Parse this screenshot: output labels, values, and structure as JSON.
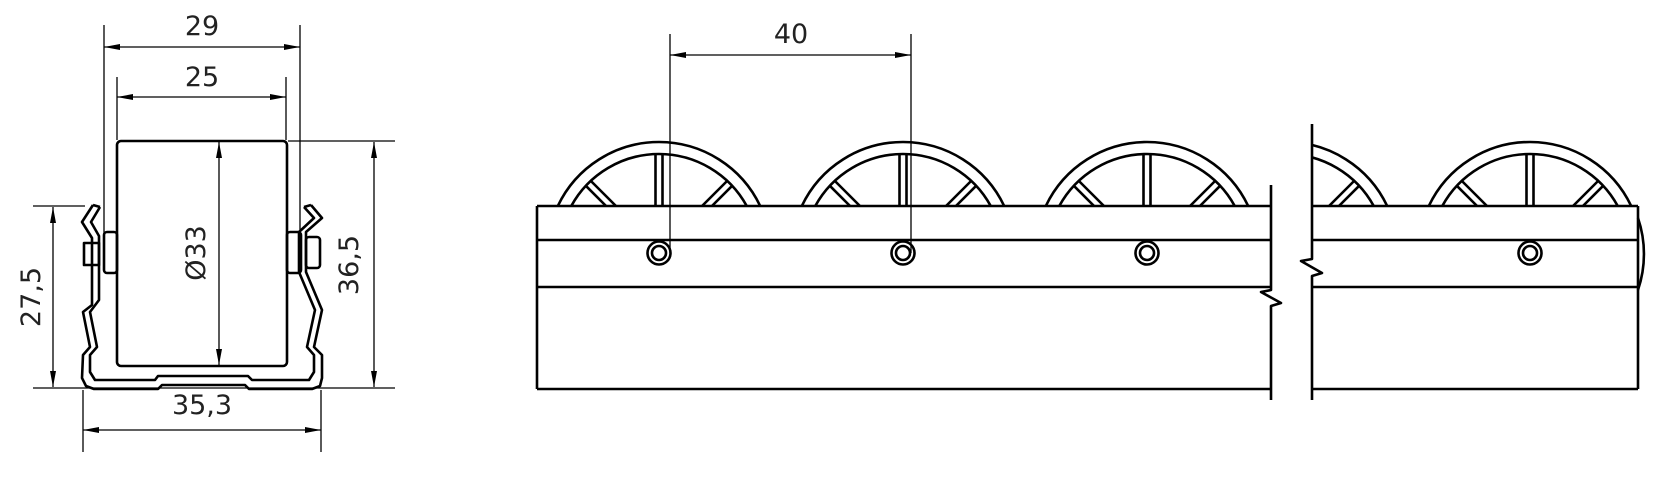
{
  "drawing": {
    "end_view": {
      "dim_overall_width": "29",
      "dim_roller_width": "25",
      "dim_roller_diameter": "Ø33",
      "dim_total_height": "36,5",
      "dim_channel_height": "27,5",
      "dim_channel_width": "35,3"
    },
    "side_view": {
      "dim_roller_pitch": "40",
      "wheel_count_left_segment": 3,
      "wheel_count_right_segment": 2
    }
  }
}
